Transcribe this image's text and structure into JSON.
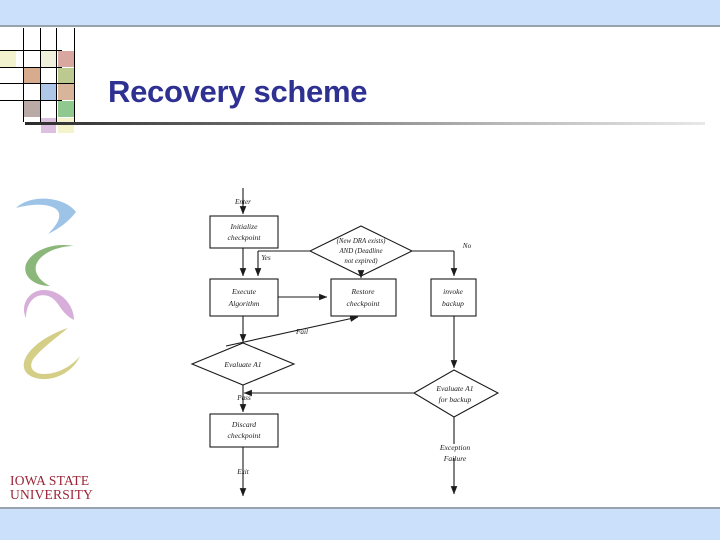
{
  "slide": {
    "title": "Recovery scheme",
    "accent_color": "#2e3192",
    "band_color": "#cbe1fb",
    "rule_color": "#2b2b2b"
  },
  "branding": {
    "name": "Iowa State University",
    "line1": "IOWA STATE",
    "line2": "UNIVERSITY",
    "color": "#9b2335"
  },
  "decoration": {
    "grid_colors": [
      "#f2f2cf",
      "#d6d8b8",
      "#d8a8a0",
      "#d6ab8e",
      "#bcc98f",
      "#aec7e8",
      "#d8b49a",
      "#b9aaa6",
      "#8fc98f",
      "#dcc0e0",
      "#f4f3cb"
    ],
    "swoosh_colors": [
      "#9dc3e6",
      "#8bb87a",
      "#d7aed9",
      "#d5ce86"
    ]
  },
  "chart_data": {
    "type": "diagram",
    "title": "Recovery scheme",
    "diagram_kind": "flowchart",
    "nodes": [
      {
        "id": "enter",
        "shape": "label",
        "text": "Enter"
      },
      {
        "id": "init_cp",
        "shape": "process",
        "text": "Initialize checkpoint",
        "line1": "Initialize",
        "line2": "checkpoint"
      },
      {
        "id": "cond",
        "shape": "decision",
        "text": "(New DRA exists) AND (Deadline not expired)",
        "line1": "(New DRA exists)",
        "line2": "AND (Deadline",
        "line3": "not expired)"
      },
      {
        "id": "exec_algo",
        "shape": "process",
        "text": "Execute Algorithm",
        "line1": "Execute",
        "line2": "Algorithm"
      },
      {
        "id": "restore_cp",
        "shape": "process",
        "text": "Restore checkpoint",
        "line1": "Restore",
        "line2": "checkpoint"
      },
      {
        "id": "invoke_bkp",
        "shape": "process",
        "text": "invoke backup",
        "line1": "invoke",
        "line2": "backup"
      },
      {
        "id": "eval_a1",
        "shape": "decision",
        "text": "Evaluate A1",
        "line1": "Evaluate A1"
      },
      {
        "id": "eval_a1_bkp",
        "shape": "decision",
        "text": "Evaluate A1 for backup",
        "line1": "Evaluate A1",
        "line2": "for backup"
      },
      {
        "id": "discard_cp",
        "shape": "process",
        "text": "Discard checkpoint",
        "line1": "Discard",
        "line2": "checkpoint"
      },
      {
        "id": "exit",
        "shape": "label",
        "text": "Exit"
      },
      {
        "id": "exc_failure",
        "shape": "label",
        "text": "Exception Failure",
        "line1": "Exception",
        "line2": "Failure"
      }
    ],
    "edge_labels": [
      {
        "id": "yes",
        "text": "Yes"
      },
      {
        "id": "no",
        "text": "No"
      },
      {
        "id": "fail",
        "text": "Fail"
      },
      {
        "id": "pass",
        "text": "Pass"
      }
    ],
    "edges": [
      {
        "from": "enter",
        "to": "init_cp",
        "label": ""
      },
      {
        "from": "init_cp",
        "to": "exec_algo",
        "label": "Yes"
      },
      {
        "from": "cond",
        "to": "exec_algo",
        "label": "Yes"
      },
      {
        "from": "cond",
        "to": "restore_cp",
        "label": ""
      },
      {
        "from": "cond",
        "to": "invoke_bkp",
        "label": "No"
      },
      {
        "from": "exec_algo",
        "to": "restore_cp",
        "label": ""
      },
      {
        "from": "exec_algo",
        "to": "eval_a1",
        "label": ""
      },
      {
        "from": "eval_a1",
        "to": "restore_cp",
        "label": "Fail"
      },
      {
        "from": "eval_a1",
        "to": "discard_cp",
        "label": "Pass"
      },
      {
        "from": "discard_cp",
        "to": "exit",
        "label": ""
      },
      {
        "from": "invoke_bkp",
        "to": "eval_a1_bkp",
        "label": ""
      },
      {
        "from": "eval_a1_bkp",
        "to": "eval_a1",
        "label": ""
      },
      {
        "from": "eval_a1_bkp",
        "to": "exc_failure",
        "label": ""
      }
    ]
  }
}
